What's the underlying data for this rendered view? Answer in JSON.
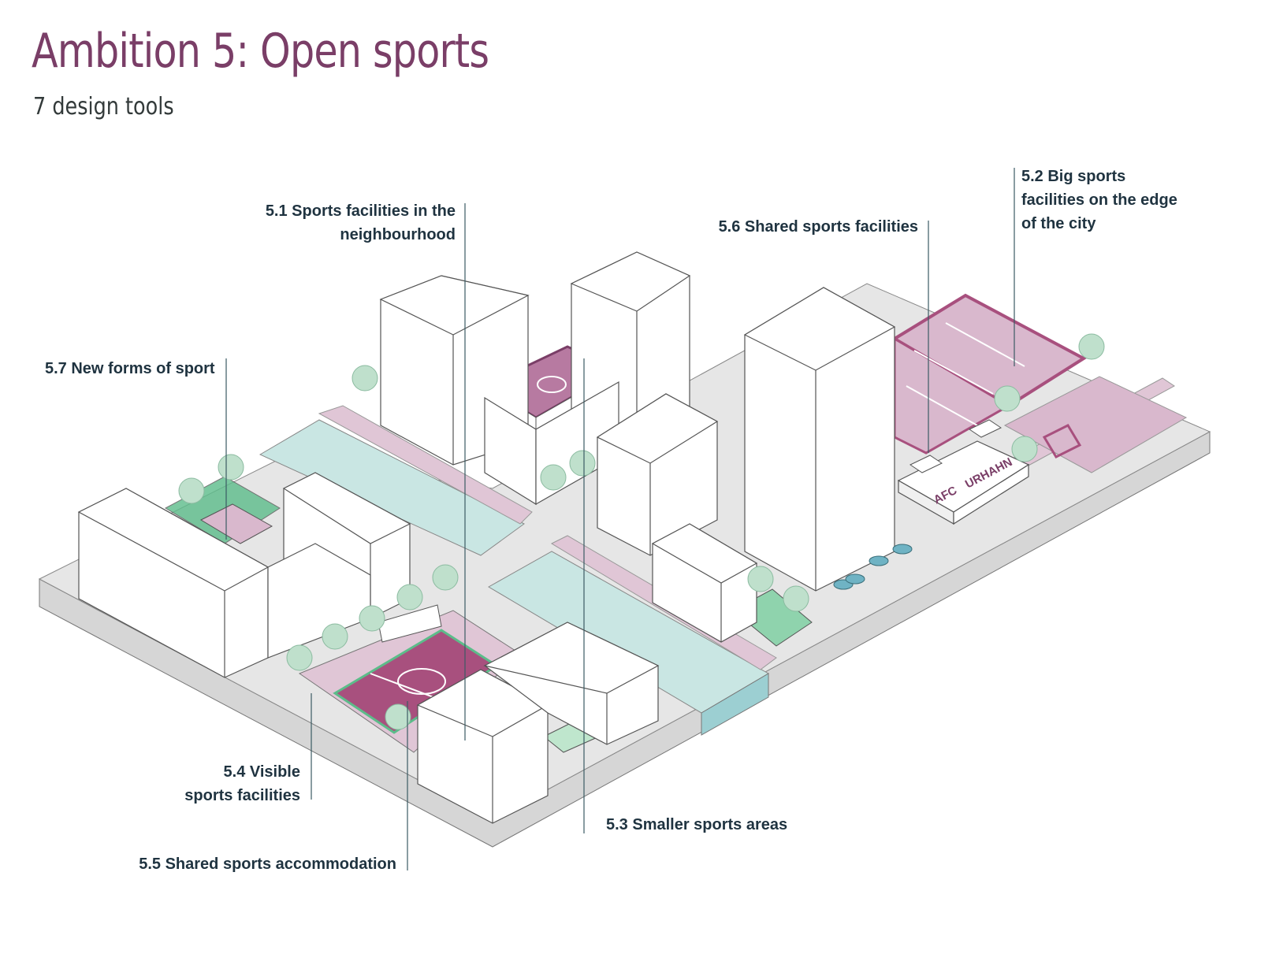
{
  "header": {
    "title": "Ambition 5: Open sports",
    "subtitle": "7 design tools"
  },
  "labels": {
    "l51": [
      "5.1 Sports facilities in the",
      "neighbourhood"
    ],
    "l52": [
      "5.2 Big sports",
      "facilities on the edge",
      "of the city"
    ],
    "l53": [
      "5.3 Smaller sports areas"
    ],
    "l54": [
      "5.4 Visible",
      "sports facilities"
    ],
    "l55": [
      "5.5 Shared sports accommodation"
    ],
    "l56": [
      "5.6 Shared sports facilities"
    ],
    "l57": [
      "5.7 New forms of sport"
    ]
  },
  "brand": {
    "left": "AFC",
    "right": "URHAHN"
  },
  "colors": {
    "title": "#7a3e67",
    "label": "#1f3340",
    "sport_pink": "#c89ab7",
    "sport_dark": "#a8507e",
    "green": "#5cbc8a",
    "water": "#c9e6e3",
    "ground": "#e4e4e4",
    "building": "#ffffff"
  }
}
